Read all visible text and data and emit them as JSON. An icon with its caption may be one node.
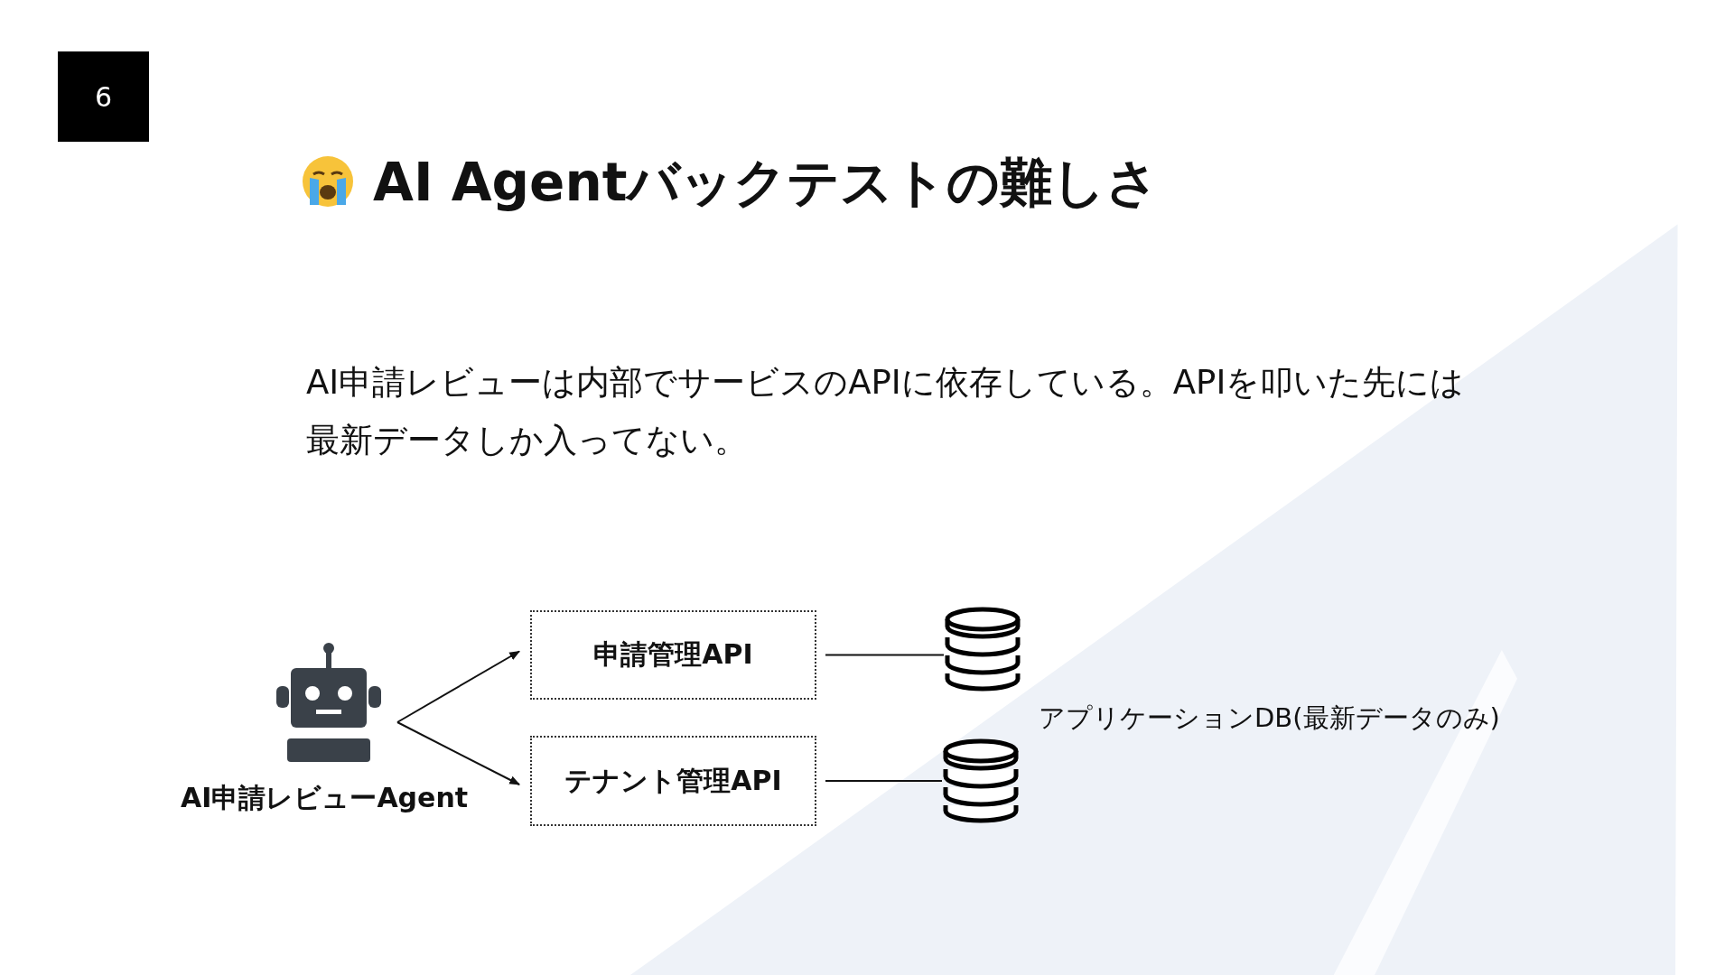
{
  "diagram": {
    "title": "AI Agentバックテストの難しさ",
    "nodes": [
      {
        "text": [
          "AI申請レビューAgent"
        ]
      },
      {
        "text": [
          "申請管理API"
        ]
      },
      {
        "text": [
          "テナント管理API"
        ]
      },
      {
        "text": [],
        "shape": "cylinder"
      },
      {
        "text": [],
        "shape": "cylinder"
      }
    ],
    "edges": [
      {
        "from": 0,
        "to": 1,
        "arrow": "to"
      },
      {
        "from": 0,
        "to": 2,
        "arrow": "to"
      },
      {
        "from": 1,
        "to": 3,
        "arrow": "none"
      },
      {
        "from": 2,
        "to": 4,
        "arrow": "none"
      }
    ],
    "labels": [
      "6",
      "AI申請レビューは内部でサービスのAPIに依存している。APIを叩いた先には最新データしか入ってない。",
      "アプリケーションDB(最新データのみ)"
    ]
  }
}
